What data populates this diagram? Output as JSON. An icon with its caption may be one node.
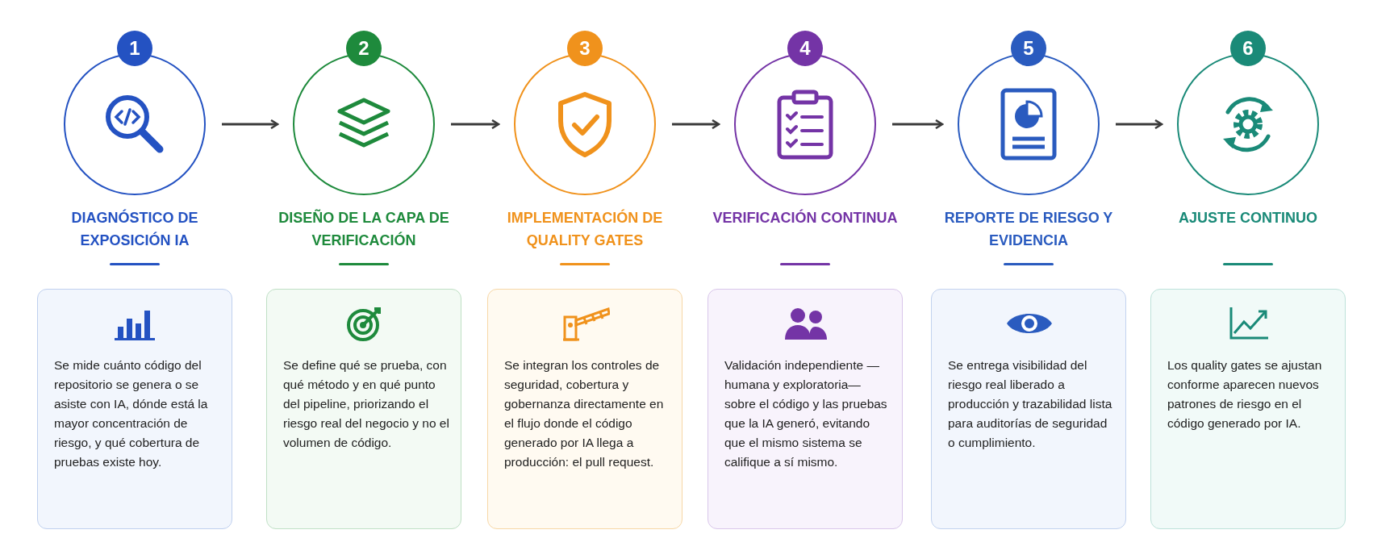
{
  "diagram": {
    "nodes": [
      {
        "text": [
          "1",
          "DIAGNÓSTICO DE EXPOSICIÓN IA"
        ]
      },
      {
        "text": [
          "Se mide cuánto código del repositorio se genera o se asiste con IA, dónde está la mayor concentración de riesgo, y qué cobertura de pruebas existe hoy."
        ]
      },
      {
        "text": [
          "2",
          "DISEÑO DE LA CAPA DE VERIFICACIÓN"
        ]
      },
      {
        "text": [
          "Se define qué se prueba, con qué método y en qué punto del pipeline, priorizando el riesgo real del negocio y no el volumen de código."
        ]
      },
      {
        "text": [
          "3",
          "IMPLEMENTACIÓN DE QUALITY GATES"
        ]
      },
      {
        "text": [
          "Se integran los controles de seguridad, cobertura y gobernanza directamente en el flujo donde el código generado por IA llega a producción: el pull request."
        ]
      },
      {
        "text": [
          "4",
          "VERIFICACIÓN CONTINUA"
        ]
      },
      {
        "text": [
          "Validación independiente —humana y exploratoria— sobre el código y las pruebas que la IA generó, evitando que el mismo sistema se califique a sí mismo."
        ]
      },
      {
        "text": [
          "5",
          "REPORTE DE RIESGO Y EVIDENCIA"
        ]
      },
      {
        "text": [
          "Se entrega visibilidad del riesgo real liberado a producción y trazabilidad lista para auditorías de seguridad o cumplimiento."
        ]
      },
      {
        "text": [
          "6",
          "AJUSTE CONTINUO"
        ]
      },
      {
        "text": [
          "Los quality gates se ajustan conforme aparecen nuevos patrones de riesgo en el código generado por IA."
        ]
      }
    ],
    "edges": [
      {
        "from": 0,
        "to": 2,
        "arrow": "to"
      },
      {
        "from": 2,
        "to": 4,
        "arrow": "to"
      },
      {
        "from": 4,
        "to": 6,
        "arrow": "to"
      },
      {
        "from": 6,
        "to": 8,
        "arrow": "to"
      },
      {
        "from": 8,
        "to": 10,
        "arrow": "to"
      }
    ]
  }
}
